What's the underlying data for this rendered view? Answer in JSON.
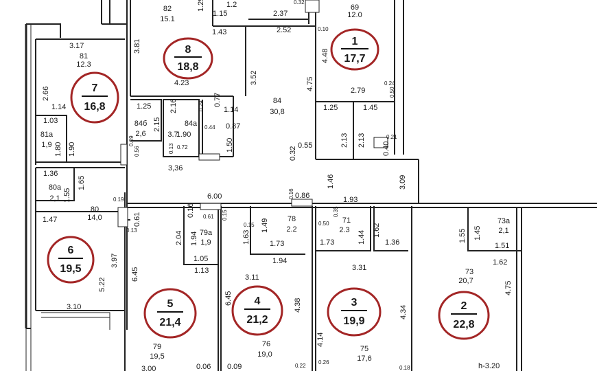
{
  "rooms": [
    {
      "number": "1",
      "area": "17,7",
      "code": "69",
      "code_area": "12.0"
    },
    {
      "number": "2",
      "area": "22,8",
      "code": "73",
      "code_area": "20,7"
    },
    {
      "number": "3",
      "area": "19,9",
      "code": "75",
      "code_area": "17,6"
    },
    {
      "number": "4",
      "area": "21,2",
      "code": "76",
      "code_area": "19,0"
    },
    {
      "number": "5",
      "area": "21,4",
      "code": "79",
      "code_area": "19,5"
    },
    {
      "number": "6",
      "area": "19,5",
      "code": "80",
      "code_area": "14,0"
    },
    {
      "number": "7",
      "area": "16,8",
      "code": "81",
      "code_area": "12.3"
    },
    {
      "number": "8",
      "area": "18,8",
      "code": "82",
      "code_area": "15.1"
    }
  ],
  "sub_rooms": [
    {
      "code": "84",
      "code_area": "30,8"
    },
    {
      "code": "84б",
      "code_area": "2,6"
    },
    {
      "code": "84а",
      "code_area": "3.7"
    },
    {
      "code": "81а",
      "code_area": "1,9"
    },
    {
      "code": "80а",
      "code_area": "2,1"
    },
    {
      "code": "79а",
      "code_area": "1,9"
    },
    {
      "code": "78",
      "code_area": "2.2"
    },
    {
      "code": "71",
      "code_area": "2.3"
    },
    {
      "code": "73а",
      "code_area": "2,1"
    }
  ],
  "dimensions": {
    "d_1_2": "1.2",
    "d_2_37": "2.37",
    "d_2_52": "2.52",
    "d_1_15": "1.15",
    "d_1_29": "1.29",
    "d_0_32": "0.32",
    "d_0_10": "0.10",
    "d_3_17": "3.17",
    "d_3_81": "3.81",
    "d_1_43": "1.43",
    "d_4_48": "4.48",
    "d_4_75_top": "4.75",
    "d_3_52": "3.52",
    "d_4_23": "4.23",
    "d_2_66": "2.66",
    "d_1_14_left": "1.14",
    "d_0_77": "0.77",
    "d_1_14": "1.14",
    "d_2_79": "2.79",
    "d_0_24": "0.24",
    "d_0_50": "0.50",
    "d_1_25_left": "1.25",
    "d_2_16": "2.16",
    "d_0_79": "0.79",
    "d_0_87": "0.87",
    "d_1_25": "1.25",
    "d_1_45": "1.45",
    "d_1_03": "1.03",
    "d_2_15": "2.15",
    "d_0_44": "0.44",
    "d_1_90": "1.90",
    "d_2_13_a": "2.13",
    "d_2_13_b": "2.13",
    "d_0_21": "0.21",
    "d_1_80": "1.80",
    "d_1_90_b": "1.90",
    "d_0_09": "0.09",
    "d_0_56": "0.56",
    "d_0_13": "0.13",
    "d_0_72": "0.72",
    "d_1_50": "1.50",
    "d_0_55": "0.55",
    "d_0_40": "0.40",
    "d_0_32_b": "0.32",
    "d_3_36": "3,36",
    "d_1_36": "1.36",
    "d_1_65": "1.65",
    "d_1_46": "1.46",
    "d_3_09": "3.09",
    "d_1_55_left": "1.55",
    "d_0_19": "0.19",
    "d_6_00": "6.00",
    "d_0_16": "0.16",
    "d_0_86": "0.86",
    "d_1_93": "1.93",
    "d_0_61": "0.61",
    "d_0_61_b": "0.61",
    "d_0_15": "0.15",
    "d_0_16_b": "0.16",
    "d_0_35": "0.35",
    "d_0_50_b": "0.50",
    "d_1_47": "1.47",
    "d_0_13_b": "0.13",
    "d_1_62": "1.62",
    "d_1_55": "1.55",
    "d_1_45_b": "1.45",
    "d_2_04": "2.04",
    "d_1_94": "1.94",
    "d_1_63": "1.63",
    "d_1_49": "1.49",
    "d_1_73_a": "1.73",
    "d_1_73_b": "1.73",
    "d_1_44": "1.44",
    "d_1_36_b": "1.36",
    "d_1_51": "1.51",
    "d_1_62_b": "1.62",
    "d_1_05": "1.05",
    "d_1_94_b": "1.94",
    "d_3_31": "3.31",
    "d_3_97": "3.97",
    "d_1_13": "1.13",
    "d_3_11": "3.11",
    "d_4_75": "4.75",
    "d_6_45_a": "6.45",
    "d_6_45_b": "6.45",
    "d_4_38": "4.38",
    "d_4_34": "4.34",
    "d_5_22": "5.22",
    "d_3_10": "3.10",
    "d_4_14": "4.14",
    "d_0_06": "0.06",
    "d_0_09_b": "0.09",
    "d_0_22": "0.22",
    "d_0_26": "0.26",
    "d_0_18": "0.18",
    "d_3_00": "3.00",
    "height": "h-3.20"
  }
}
